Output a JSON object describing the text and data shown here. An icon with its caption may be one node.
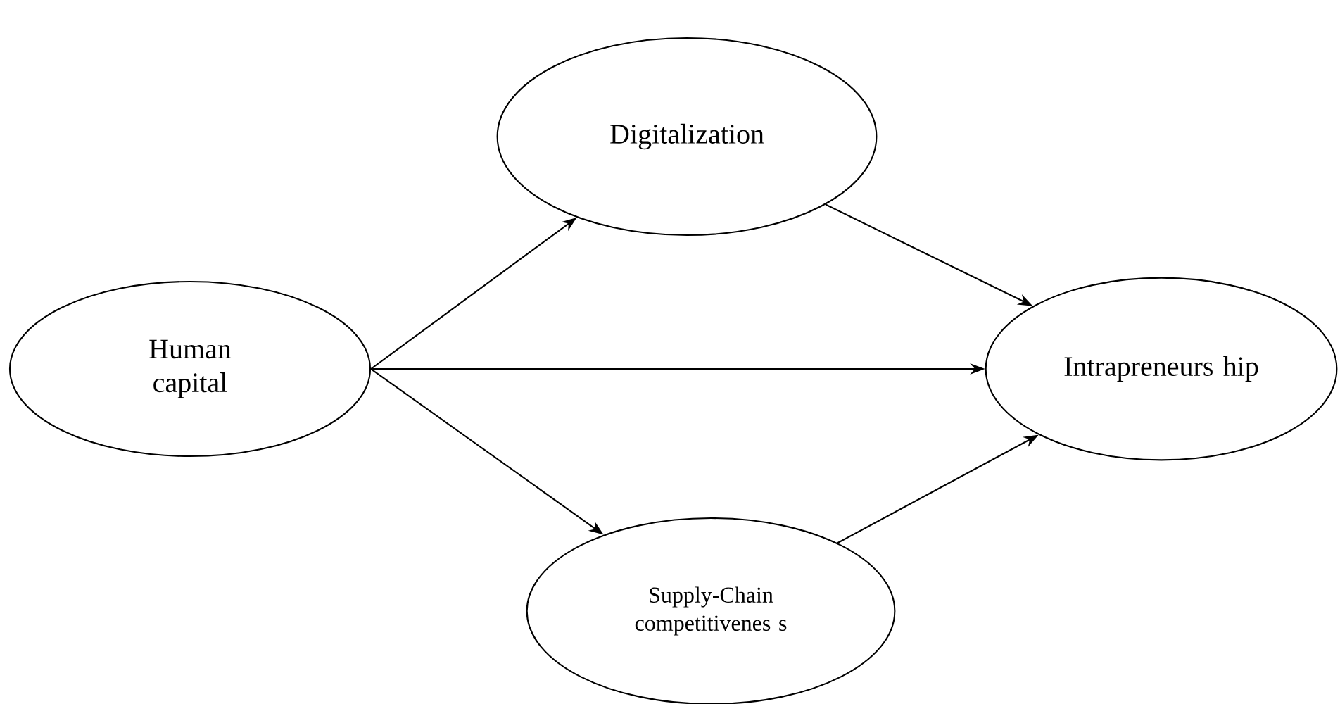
{
  "diagram": {
    "nodes": [
      {
        "text": [
          "Human capital"
        ]
      },
      {
        "text": [
          "Digitalization"
        ]
      },
      {
        "text": [
          "Intrapreneurs hip"
        ]
      },
      {
        "text": [
          "Supply-Chain competitivenes s"
        ]
      }
    ],
    "edges": [
      {
        "from": 0,
        "to": 1,
        "arrow": "to"
      },
      {
        "from": 0,
        "to": 2,
        "arrow": "to"
      },
      {
        "from": 0,
        "to": 3,
        "arrow": "to"
      },
      {
        "from": 1,
        "to": 2,
        "arrow": "to"
      },
      {
        "from": 3,
        "to": 2,
        "arrow": "to"
      }
    ]
  }
}
